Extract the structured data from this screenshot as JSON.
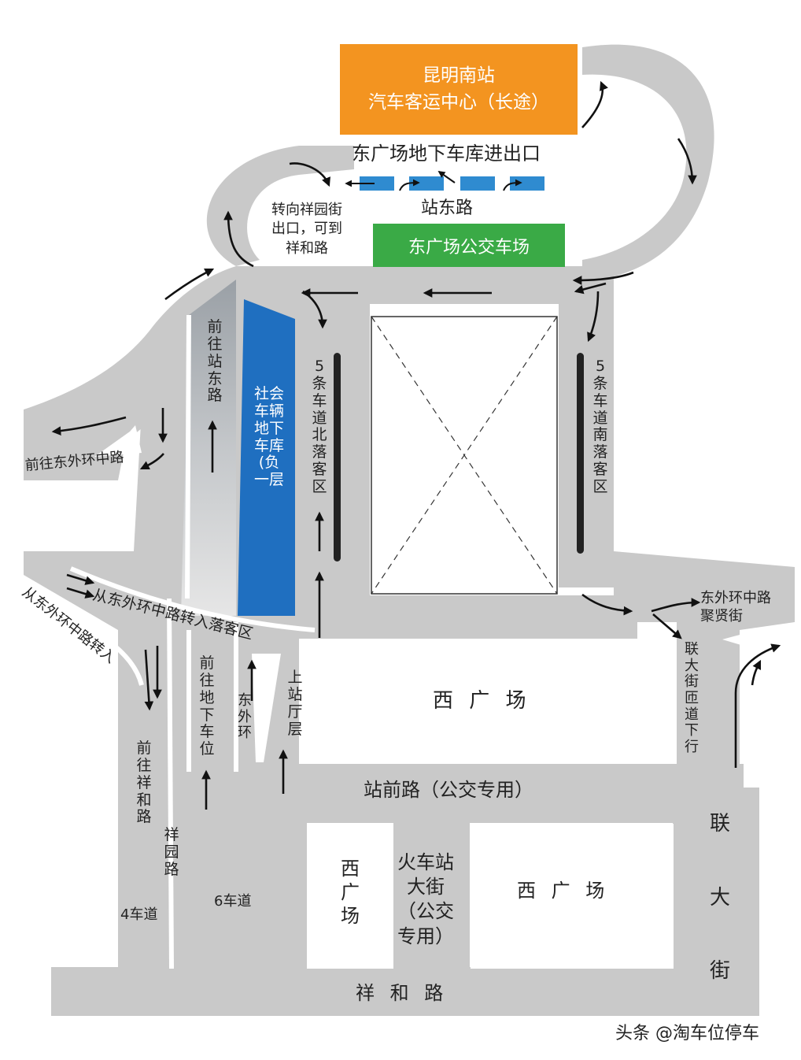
{
  "station": {
    "line1": "昆明南站",
    "line2": "汽车客运中心（长途）"
  },
  "garage_entrance_label": "东广场地下车库进出口",
  "east_bus_yard": "东广场公交车场",
  "zhandong_road": "站东路",
  "turn_note": [
    "转向祥园街",
    "出口，可到",
    "祥和路"
  ],
  "to_zhandong_road": "前往站东路",
  "social_garage": "社会车辆地下车库(负一层",
  "north_dropoff": "5条车道北落客区",
  "south_dropoff": "5条车道南落客区",
  "to_east_ring": "前往东外环中路",
  "from_east_ring_dropoff": "从东外环中路转入落客区",
  "from_east_ring": "从东外环中路转入",
  "to_garage_parking": "前往地下车位",
  "east_ring_short": "东外环",
  "upper_hall": "上站厅层",
  "to_xianghe": "前往祥和路",
  "xiangyuan_road": "祥园路",
  "lanes_4": "4车道",
  "lanes_6": "6车道",
  "west_square_1": "西 广 场",
  "west_square_2": "西广场",
  "west_square_3": "西 广 场",
  "zhanqian_road": "站前路（公交专用）",
  "station_street": [
    "火车站",
    "大街",
    "（公交",
    "专用）"
  ],
  "lianda_street": "联大街",
  "ramp_down": "联大街匝道下行",
  "juxian": [
    "东外环中路",
    "聚贤街"
  ],
  "xianghe_road": "祥  和  路",
  "watermark": "头条 @淘车位停车",
  "colors": {
    "road": "#c9c9c9",
    "orange": "#f39420",
    "green": "#3aaa46",
    "blue": "#1f6fc0",
    "garage_blue": "#2f8bd0"
  }
}
